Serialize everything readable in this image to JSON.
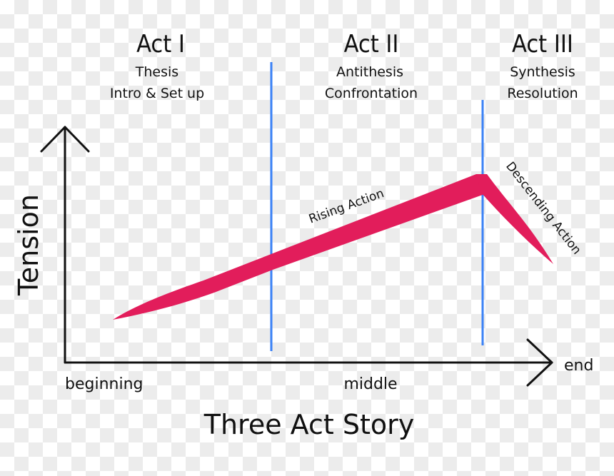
{
  "acts": [
    {
      "title": "Act I",
      "line1": "Thesis",
      "line2": "Intro & Set up"
    },
    {
      "title": "Act II",
      "line1": "Antithesis",
      "line2": "Confrontation"
    },
    {
      "title": "Act III",
      "line1": "Synthesis",
      "line2": "Resolution"
    }
  ],
  "axes": {
    "y_label": "Tension",
    "x_label": "Three Act Story",
    "x_start": "beginning",
    "x_middle": "middle",
    "x_end": "end"
  },
  "curve_labels": {
    "rising": "Rising Action",
    "descending": "Descending Action"
  },
  "colors": {
    "curve": "#e21d5b",
    "act_divider": "#3b82f6",
    "axis": "#111111"
  }
}
